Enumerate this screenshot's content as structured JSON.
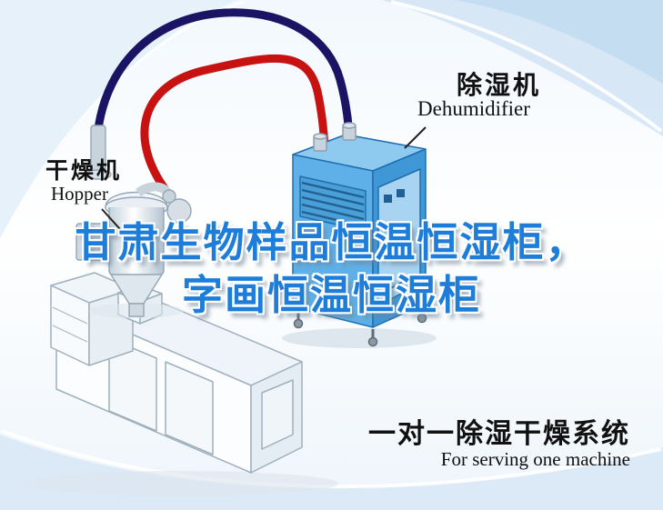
{
  "title": {
    "line1": "甘肃生物样品恒温恒湿柜，",
    "line2": "字画恒温恒湿柜"
  },
  "labels": {
    "dehumidifier_cn": "除湿机",
    "dehumidifier_en": "Dehumidifier",
    "hopper_cn": "干燥机",
    "hopper_en": "Hopper"
  },
  "caption": {
    "cn": "一对一除湿干燥系统",
    "en": "For serving one machine"
  },
  "colors": {
    "title_blue": "#1d7dd8",
    "label_black": "#111111",
    "pipe_red": "#c81212",
    "pipe_navy": "#1b1464",
    "machine_blue_top": "#8ec9f0",
    "machine_blue": "#5fb0e8",
    "machine_blue_dark": "#3f97d6",
    "background_blue": "#cfe2f4"
  }
}
